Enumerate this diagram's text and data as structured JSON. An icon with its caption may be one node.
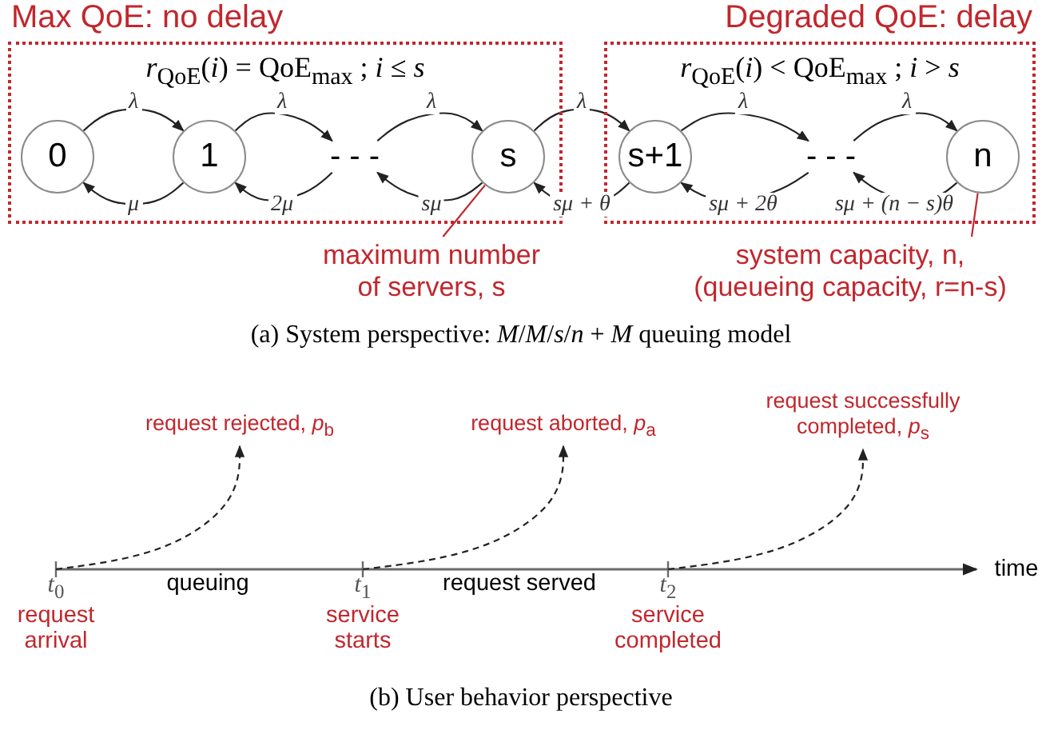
{
  "diagram": {
    "nodes": [
      {
        "text": [
          "Max QoE: no delay",
          "*r*$_{QoE}$(*i*) = QoE$_{max}$ ; *i* ≤ *s*"
        ]
      },
      {
        "text": [
          "Degraded QoE: delay",
          "*r*$_{QoE}$(*i*) < QoE$_{max}$ ; *i* > *s*"
        ]
      },
      {
        "text": [
          "0"
        ],
        "in": 0
      },
      {
        "text": [
          "1"
        ],
        "in": 0
      },
      {
        "text": [
          "- - -"
        ],
        "in": 0
      },
      {
        "text": [
          "s"
        ],
        "in": 0
      },
      {
        "text": [
          "s+1"
        ],
        "in": 1
      },
      {
        "text": [
          "- - -"
        ],
        "in": 1
      },
      {
        "text": [
          "n"
        ],
        "in": 1
      },
      {
        "text": [
          "maximum number of servers, s"
        ]
      },
      {
        "text": [
          "system capacity, n, (queueing capacity, r=n-s)"
        ]
      },
      {
        "text": [
          "request rejected, *p*$_{b}$"
        ]
      },
      {
        "text": [
          "request aborted, *p*$_{a}$"
        ]
      },
      {
        "text": [
          "request successfully completed, *p*$_{s}$"
        ]
      },
      {
        "text": [
          "*t*$_{0}$",
          "request arrival"
        ]
      },
      {
        "text": [
          "*t*$_{1}$",
          "service starts"
        ]
      },
      {
        "text": [
          "*t*$_{2}$",
          "service completed"
        ]
      }
    ],
    "edges": [
      {
        "from": 2,
        "to": 3,
        "arrow": "to",
        "label": "λ"
      },
      {
        "from": 3,
        "to": 2,
        "arrow": "to",
        "label": "μ"
      },
      {
        "from": 3,
        "to": 4,
        "arrow": "to",
        "label": "λ"
      },
      {
        "from": 4,
        "to": 3,
        "arrow": "to",
        "label": "2μ"
      },
      {
        "from": 4,
        "to": 5,
        "arrow": "to",
        "label": "λ"
      },
      {
        "from": 5,
        "to": 4,
        "arrow": "to",
        "label": "sμ"
      },
      {
        "from": 5,
        "to": 6,
        "arrow": "to",
        "label": "λ"
      },
      {
        "from": 6,
        "to": 5,
        "arrow": "to",
        "label": "sμ + θ"
      },
      {
        "from": 6,
        "to": 7,
        "arrow": "to",
        "label": "λ"
      },
      {
        "from": 7,
        "to": 6,
        "arrow": "to",
        "label": "sμ + 2θ"
      },
      {
        "from": 7,
        "to": 8,
        "arrow": "to",
        "label": "λ"
      },
      {
        "from": 8,
        "to": 7,
        "arrow": "to",
        "label": "sμ + (n − s)θ"
      },
      {
        "from": 9,
        "to": 5,
        "arrow": "none",
        "color": "#c1272d"
      },
      {
        "from": 10,
        "to": 8,
        "arrow": "none",
        "color": "#c1272d"
      },
      {
        "from": 14,
        "to": 11,
        "arrow": "to",
        "style": "dashed"
      },
      {
        "from": 15,
        "to": 12,
        "arrow": "to",
        "style": "dashed"
      },
      {
        "from": 16,
        "to": 13,
        "arrow": "to",
        "style": "dashed"
      }
    ],
    "labels": [
      "(a) System perspective: *M*/*M*/*s*/*n* + *M* queuing model",
      "queuing",
      "request served",
      "time",
      "(b) User behavior perspective"
    ]
  }
}
